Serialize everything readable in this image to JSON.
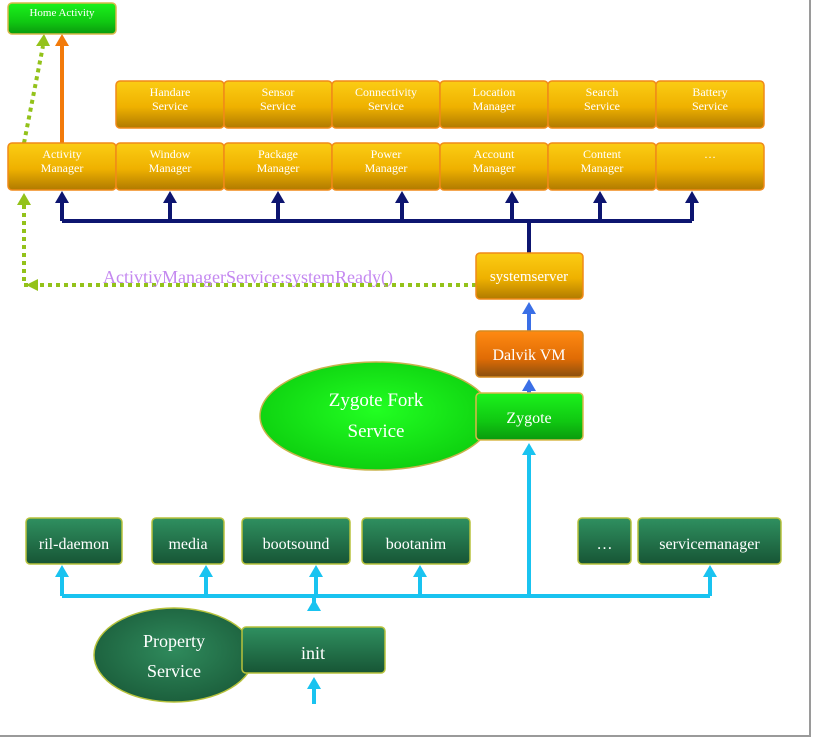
{
  "colors": {
    "gold": "#f2b800",
    "gold_dark": "#b87f00",
    "green_bright": "#19e01a",
    "green_dark": "#237a4d",
    "orange": "#f27a0a",
    "navy_arrow": "#0d1570",
    "cyan_arrow": "#19c3f0",
    "dotted_lime": "#93c21a",
    "call_text": "#c488f0"
  },
  "top": {
    "home_activity": "Home Activity"
  },
  "services_row1": [
    {
      "line1": "Handare",
      "line2": "Service"
    },
    {
      "line1": "Sensor",
      "line2": "Service"
    },
    {
      "line1": "Connectivity",
      "line2": "Service"
    },
    {
      "line1": "Location",
      "line2": "Manager"
    },
    {
      "line1": "Search",
      "line2": "Service"
    },
    {
      "line1": "Battery",
      "line2": "Service"
    }
  ],
  "services_row2": [
    {
      "line1": "Activity",
      "line2": "Manager"
    },
    {
      "line1": "Window",
      "line2": "Manager"
    },
    {
      "line1": "Package",
      "line2": "Manager"
    },
    {
      "line1": "Power",
      "line2": "Manager"
    },
    {
      "line1": "Account",
      "line2": "Manager"
    },
    {
      "line1": "Content",
      "line2": "Manager"
    },
    {
      "line1": "…",
      "line2": ""
    }
  ],
  "system_ready_call": "ActivtiyManagerService:systemReady()",
  "systemserver": "systemserver",
  "dalvik": "Dalvik VM",
  "zygote": "Zygote",
  "zygote_fork": {
    "line1": "Zygote Fork",
    "line2": "Service"
  },
  "daemons": [
    {
      "key": "ril-daemon",
      "label": "ril-daemon"
    },
    {
      "key": "media",
      "label": "media"
    },
    {
      "key": "bootsound",
      "label": "bootsound"
    },
    {
      "key": "bootanim",
      "label": "bootanim"
    },
    {
      "key": "ellipsis",
      "label": "…"
    },
    {
      "key": "servicemanager",
      "label": "servicemanager"
    }
  ],
  "property_service": {
    "line1": "Property",
    "line2": "Service"
  },
  "init": "init"
}
